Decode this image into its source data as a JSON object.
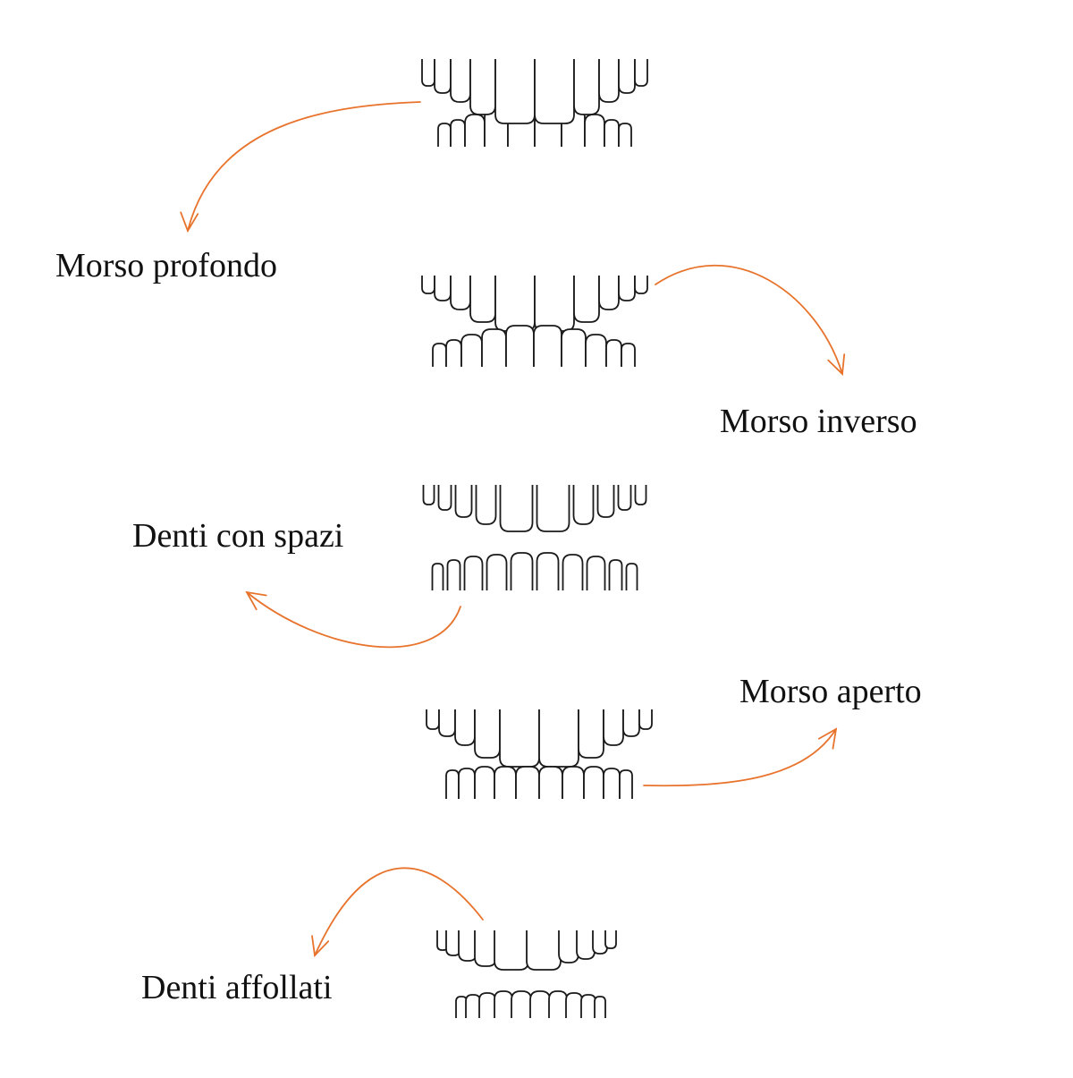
{
  "accent_color": "#e8732c",
  "items": [
    {
      "label": "Morso profondo",
      "icon": "deep-bite-teeth-icon"
    },
    {
      "label": "Morso inverso",
      "icon": "crossbite-teeth-icon"
    },
    {
      "label": "Denti con spazi",
      "icon": "gapped-teeth-icon"
    },
    {
      "label": "Morso aperto",
      "icon": "open-bite-teeth-icon"
    },
    {
      "label": "Denti affollati",
      "icon": "crowded-teeth-icon"
    }
  ]
}
